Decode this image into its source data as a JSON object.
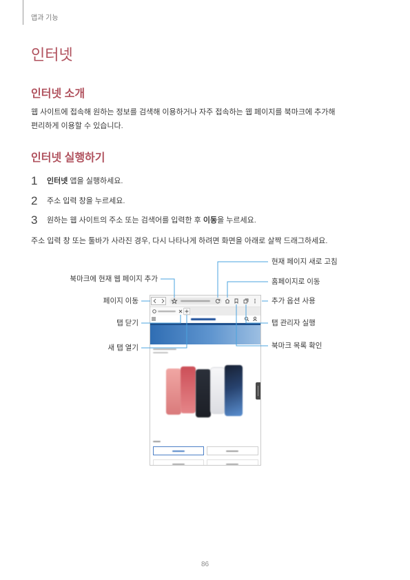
{
  "header": {
    "section": "앱과 기능"
  },
  "title": "인터넷",
  "intro": {
    "heading": "인터넷 소개",
    "lines": [
      "웹 사이트에 접속해 원하는 정보를 검색해 이용하거나 자주 접속하는 웹 페이지를 북마크에 추가해",
      "편리하게 이용할 수 있습니다."
    ]
  },
  "launch": {
    "heading": "인터넷 실행하기",
    "steps": [
      {
        "number": "1",
        "bold": "인터넷",
        "text_after": " 앱을 실행하세요."
      },
      {
        "number": "2",
        "text": "주소 입력 창을 누르세요."
      },
      {
        "number": "3",
        "text_before": "원하는 웹 사이트의 주소 또는 검색어를 입력한 후 ",
        "bold": "이동",
        "text_after": "을 누르세요."
      }
    ],
    "note": "주소 입력 창 또는 툴바가 사라진 경우, 다시 나타나게 하려면 화면을 아래로 살짝 드래그하세요."
  },
  "figure": {
    "callouts": {
      "refresh": "현재 페이지 새로 고침",
      "add_bookmark": "북마크에 현재 웹 페이지 추가",
      "home": "홈페이지로 이동",
      "page_navigation": "페이지 이동",
      "more_options": "추가 옵션 사용",
      "close_tab": "탭 닫기",
      "tab_manager": "탭 관리자 실행",
      "new_tab": "새 탭 열기",
      "bookmarks": "북마크 목록 확인"
    },
    "icons": {
      "back": "chevron-left-icon",
      "forward": "chevron-right-icon",
      "add_bookmark": "star-icon",
      "refresh": "refresh-icon",
      "home": "home-icon",
      "bookmarks": "bookmark-list-icon",
      "tabs": "tabs-icon",
      "more": "more-vertical-icon",
      "close_tab": "close-icon",
      "new_tab": "plus-icon"
    }
  },
  "page_number": "86",
  "colors": {
    "heading": "#b0515d",
    "body_text": "#3a3a3a",
    "callout_line": "#4aa3df"
  }
}
